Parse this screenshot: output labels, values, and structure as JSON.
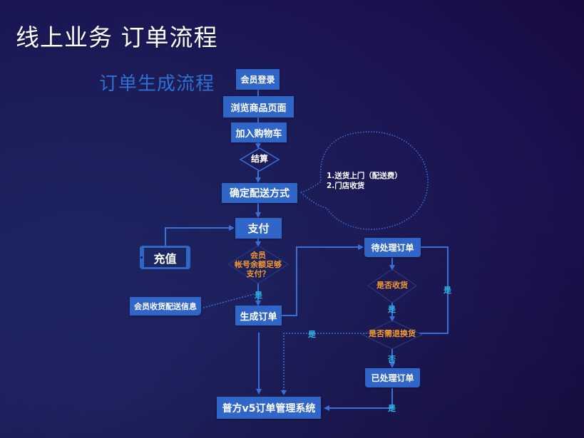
{
  "slide": {
    "title": "线上业务  订单流程",
    "subtitle": "订单生成流程"
  },
  "nodes": {
    "login": "会员登录",
    "browse": "浏览商品页面",
    "cart": "加入购物车",
    "checkout": "结算",
    "delivery": "确定配送方式",
    "pay": "支付",
    "recharge": "充值",
    "balance_check": [
      "会员",
      "帐号余额足够",
      "支付？"
    ],
    "shipping_info": "会员收货配送信息",
    "create_order": "生成订单",
    "pending": "待处理订单",
    "received": "是否收货",
    "return_exchange": "是否需退换货",
    "processed": "已处理订单",
    "system": "普方v5订单管理系统"
  },
  "delivery_options": [
    "1.送货上门（配送费）",
    "2.门店收货"
  ],
  "edge_labels": {
    "yes": "是",
    "no": "否"
  },
  "colors": {
    "box": "#2f66c8",
    "line": "#3a6fd8",
    "decision_text": "#f39a30",
    "edge_label": "#2ab3e6",
    "subtitle": "#2f6fcf"
  }
}
